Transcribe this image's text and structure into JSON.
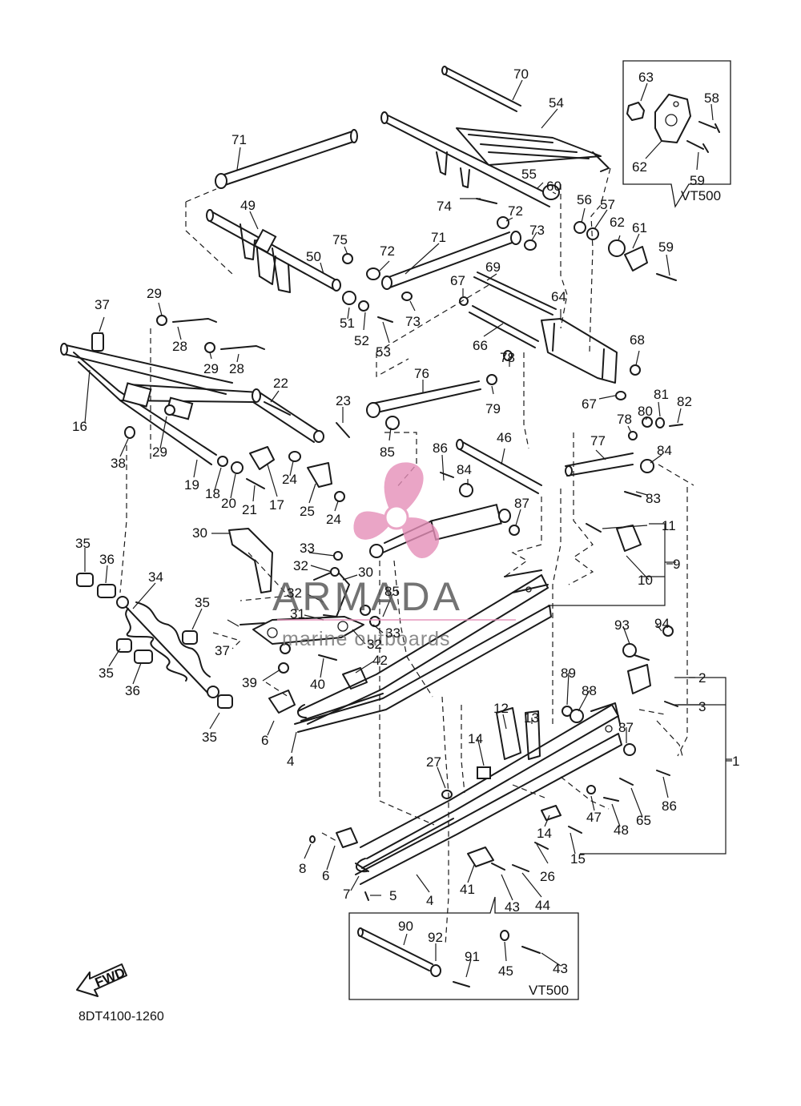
{
  "diagram": {
    "code": "8DT4100-1260",
    "fwd_label": "FWD",
    "variant_label": "VT500",
    "watermark": {
      "brand": "ARMADA",
      "tagline": "marine outboards",
      "color": "#e58fb8"
    }
  },
  "callouts": [
    {
      "id": "c70",
      "label": "70"
    },
    {
      "id": "c54",
      "label": "54"
    },
    {
      "id": "c63",
      "label": "63"
    },
    {
      "id": "c58",
      "label": "58"
    },
    {
      "id": "c62a",
      "label": "62"
    },
    {
      "id": "c59a",
      "label": "59"
    },
    {
      "id": "c71a",
      "label": "71"
    },
    {
      "id": "c55",
      "label": "55"
    },
    {
      "id": "c60",
      "label": "60"
    },
    {
      "id": "c56",
      "label": "56"
    },
    {
      "id": "c57",
      "label": "57"
    },
    {
      "id": "c62b",
      "label": "62"
    },
    {
      "id": "c61",
      "label": "61"
    },
    {
      "id": "c59b",
      "label": "59"
    },
    {
      "id": "c49",
      "label": "49"
    },
    {
      "id": "c74",
      "label": "74"
    },
    {
      "id": "c72a",
      "label": "72"
    },
    {
      "id": "c73a",
      "label": "73"
    },
    {
      "id": "c75",
      "label": "75"
    },
    {
      "id": "c72b",
      "label": "72"
    },
    {
      "id": "c71b",
      "label": "71"
    },
    {
      "id": "c50",
      "label": "50"
    },
    {
      "id": "c69",
      "label": "69"
    },
    {
      "id": "c67a",
      "label": "67"
    },
    {
      "id": "c51",
      "label": "51"
    },
    {
      "id": "c52",
      "label": "52"
    },
    {
      "id": "c53",
      "label": "53"
    },
    {
      "id": "c73b",
      "label": "73"
    },
    {
      "id": "c64",
      "label": "64"
    },
    {
      "id": "c37a",
      "label": "37"
    },
    {
      "id": "c29a",
      "label": "29"
    },
    {
      "id": "c28a",
      "label": "28"
    },
    {
      "id": "c29b",
      "label": "29"
    },
    {
      "id": "c28b",
      "label": "28"
    },
    {
      "id": "c66",
      "label": "66"
    },
    {
      "id": "c68",
      "label": "68"
    },
    {
      "id": "c78a",
      "label": "78"
    },
    {
      "id": "c76",
      "label": "76"
    },
    {
      "id": "c79",
      "label": "79"
    },
    {
      "id": "c67b",
      "label": "67"
    },
    {
      "id": "c81",
      "label": "81"
    },
    {
      "id": "c82",
      "label": "82"
    },
    {
      "id": "c22",
      "label": "22"
    },
    {
      "id": "c23",
      "label": "23"
    },
    {
      "id": "c80",
      "label": "80"
    },
    {
      "id": "c78b",
      "label": "78"
    },
    {
      "id": "c16",
      "label": "16"
    },
    {
      "id": "c38",
      "label": "38"
    },
    {
      "id": "c29c",
      "label": "29"
    },
    {
      "id": "c85a",
      "label": "85"
    },
    {
      "id": "c86a",
      "label": "86"
    },
    {
      "id": "c46",
      "label": "46"
    },
    {
      "id": "c77",
      "label": "77"
    },
    {
      "id": "c84a",
      "label": "84"
    },
    {
      "id": "c19",
      "label": "19"
    },
    {
      "id": "c18",
      "label": "18"
    },
    {
      "id": "c20",
      "label": "20"
    },
    {
      "id": "c21",
      "label": "21"
    },
    {
      "id": "c17",
      "label": "17"
    },
    {
      "id": "c24a",
      "label": "24"
    },
    {
      "id": "c25",
      "label": "25"
    },
    {
      "id": "c24b",
      "label": "24"
    },
    {
      "id": "c84b",
      "label": "84"
    },
    {
      "id": "c83",
      "label": "83"
    },
    {
      "id": "c87a",
      "label": "87"
    },
    {
      "id": "c11",
      "label": "11"
    },
    {
      "id": "c30a",
      "label": "30"
    },
    {
      "id": "c9",
      "label": "9"
    },
    {
      "id": "c33a",
      "label": "33"
    },
    {
      "id": "c35a",
      "label": "35"
    },
    {
      "id": "c36a",
      "label": "36"
    },
    {
      "id": "c32a",
      "label": "32"
    },
    {
      "id": "c34",
      "label": "34"
    },
    {
      "id": "c30b",
      "label": "30"
    },
    {
      "id": "c10",
      "label": "10"
    },
    {
      "id": "c32b",
      "label": "32"
    },
    {
      "id": "c85b",
      "label": "85"
    },
    {
      "id": "c35b",
      "label": "35"
    },
    {
      "id": "c31",
      "label": "31"
    },
    {
      "id": "c93",
      "label": "93"
    },
    {
      "id": "c94",
      "label": "94"
    },
    {
      "id": "c37b",
      "label": "37"
    },
    {
      "id": "c32c",
      "label": "32"
    },
    {
      "id": "c33b",
      "label": "33"
    },
    {
      "id": "c35c",
      "label": "35"
    },
    {
      "id": "c42",
      "label": "42"
    },
    {
      "id": "c2",
      "label": "2"
    },
    {
      "id": "c36b",
      "label": "36"
    },
    {
      "id": "c39",
      "label": "39"
    },
    {
      "id": "c40",
      "label": "40"
    },
    {
      "id": "c89",
      "label": "89"
    },
    {
      "id": "c88",
      "label": "88"
    },
    {
      "id": "c3",
      "label": "3"
    },
    {
      "id": "c12",
      "label": "12"
    },
    {
      "id": "c13",
      "label": "13"
    },
    {
      "id": "c35d",
      "label": "35"
    },
    {
      "id": "c6a",
      "label": "6"
    },
    {
      "id": "c87b",
      "label": "87"
    },
    {
      "id": "c4a",
      "label": "4"
    },
    {
      "id": "c14a",
      "label": "14"
    },
    {
      "id": "c1",
      "label": "1"
    },
    {
      "id": "c27",
      "label": "27"
    },
    {
      "id": "c86b",
      "label": "86"
    },
    {
      "id": "c47",
      "label": "47"
    },
    {
      "id": "c65",
      "label": "65"
    },
    {
      "id": "c48",
      "label": "48"
    },
    {
      "id": "c14b",
      "label": "14"
    },
    {
      "id": "c26",
      "label": "26"
    },
    {
      "id": "c15",
      "label": "15"
    },
    {
      "id": "c8",
      "label": "8"
    },
    {
      "id": "c6b",
      "label": "6"
    },
    {
      "id": "c41",
      "label": "41"
    },
    {
      "id": "c44",
      "label": "44"
    },
    {
      "id": "c7",
      "label": "7"
    },
    {
      "id": "c5",
      "label": "5"
    },
    {
      "id": "c4b",
      "label": "4"
    },
    {
      "id": "c43a",
      "label": "43"
    },
    {
      "id": "c90",
      "label": "90"
    },
    {
      "id": "c92",
      "label": "92"
    },
    {
      "id": "c91",
      "label": "91"
    },
    {
      "id": "c45",
      "label": "45"
    },
    {
      "id": "c43b",
      "label": "43"
    }
  ]
}
